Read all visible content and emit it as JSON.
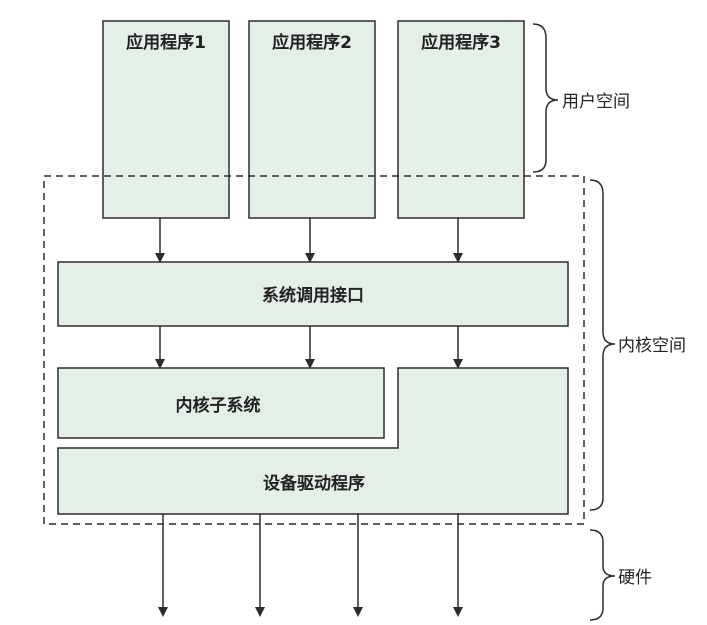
{
  "apps": [
    {
      "label": "应用程序1"
    },
    {
      "label": "应用程序2"
    },
    {
      "label": "应用程序3"
    }
  ],
  "syscall_label": "系统调用接口",
  "subsystem_label": "内核子系统",
  "driver_label": "设备驱动程序",
  "regions": {
    "user_space": "用户空间",
    "kernel_space": "内核空间",
    "hardware": "硬件"
  },
  "colors": {
    "box_fill": "#e4efe8",
    "box_stroke": "#2d2d2d",
    "line": "#2d2d2d"
  }
}
